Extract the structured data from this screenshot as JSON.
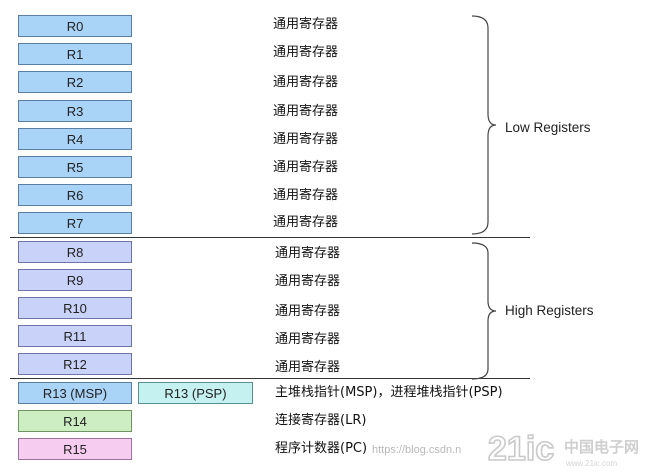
{
  "low_registers": [
    {
      "name": "R0",
      "desc": "通用寄存器"
    },
    {
      "name": "R1",
      "desc": "通用寄存器"
    },
    {
      "name": "R2",
      "desc": "通用寄存器"
    },
    {
      "name": "R3",
      "desc": "通用寄存器"
    },
    {
      "name": "R4",
      "desc": "通用寄存器"
    },
    {
      "name": "R5",
      "desc": "通用寄存器"
    },
    {
      "name": "R6",
      "desc": "通用寄存器"
    },
    {
      "name": "R7",
      "desc": "通用寄存器"
    }
  ],
  "high_registers": [
    {
      "name": "R8",
      "desc": "通用寄存器"
    },
    {
      "name": "R9",
      "desc": "通用寄存器"
    },
    {
      "name": "R10",
      "desc": "通用寄存器"
    },
    {
      "name": "R11",
      "desc": "通用寄存器"
    },
    {
      "name": "R12",
      "desc": "通用寄存器"
    }
  ],
  "special_registers": {
    "r13_msp": "R13 (MSP)",
    "r13_psp": "R13 (PSP)",
    "r13_desc": "主堆栈指针(MSP)，进程堆栈指针(PSP)",
    "r14": "R14",
    "r14_desc": "连接寄存器(LR)",
    "r15": "R15",
    "r15_desc": "程序计数器(PC)"
  },
  "groups": {
    "low_label": "Low Registers",
    "high_label": "High Registers"
  },
  "watermark": {
    "url_text": "https://blog.csdn.n",
    "logo_text": "21ic中国电子网"
  },
  "colors": {
    "low": "#a9d3f7",
    "high": "#c9d2f8",
    "psp": "#c6f1f1",
    "r14": "#cdeec2",
    "r15": "#f6cdf1"
  }
}
